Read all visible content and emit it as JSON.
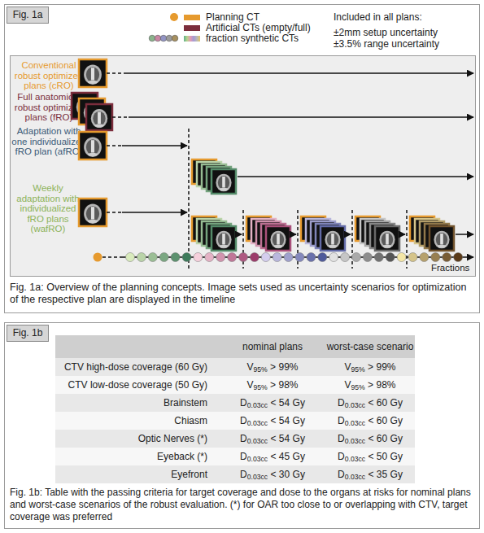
{
  "diagram": {
    "nodes": [
      {
        "text": [
          "Fig. 1a: Overview of the planning concepts. Image sets used as uncertainty scenarios for optimization of the respective plan are displayed in the timeline"
        ]
      },
      {
        "text": [
          "Fig. 1a"
        ],
        "in": 0
      },
      {
        "text": [
          "Conventional robust optimized plans (cRO)",
          "Full anatomical robust optimized plans (fRO)",
          "Adaptation with one individualized fRO plan (afRO)",
          "Weekly adaptation with individualized fRO plans (wafRO)",
          "Fractions"
        ],
        "in": 0
      },
      {
        "text": [
          "Fig. 1b: Table with the passing criteria for target coverage and dose to the organs at risks for nominal plans and worst-case scenarios of the robust evaluation. (*) for OAR too close to or overlapping with CTV, target coverage was preferred"
        ]
      },
      {
        "text": [
          "Fig. 1b"
        ],
        "in": 3
      }
    ],
    "labels": [
      "Included in all plans:",
      "±2mm setup uncertainty",
      "±3.5% range uncertainty",
      "nominal plans",
      "worst-case scenario",
      "CTV high-dose coverage (60 Gy)",
      "V95% > 99%",
      "V95% > 99%",
      "CTV low-dose coverage (50 Gy)",
      "V95% > 98%",
      "V95% > 98%",
      "Brainstem",
      "D0.03cc < 54 Gy",
      "D0.03cc < 60 Gy",
      "Chiasm",
      "D0.03cc < 54 Gy",
      "D0.03cc < 60 Gy",
      "Optic Nerves (*)",
      "D0.03cc < 54 Gy",
      "D0.03cc < 60 Gy",
      "Eyeback (*)",
      "D0.03cc < 45 Gy",
      "D0.03cc < 50 Gy",
      "Eyefront",
      "D0.03cc < 30 Gy",
      "D0.03cc < 35 Gy"
    ],
    "legend": [
      {
        "text": "Planning CT",
        "color": "#e69a2e"
      },
      {
        "text": "Artificial CTs (empty/full)",
        "color": "#7b2d3c"
      },
      {
        "text": "fraction synthetic CTs"
      }
    ]
  }
}
